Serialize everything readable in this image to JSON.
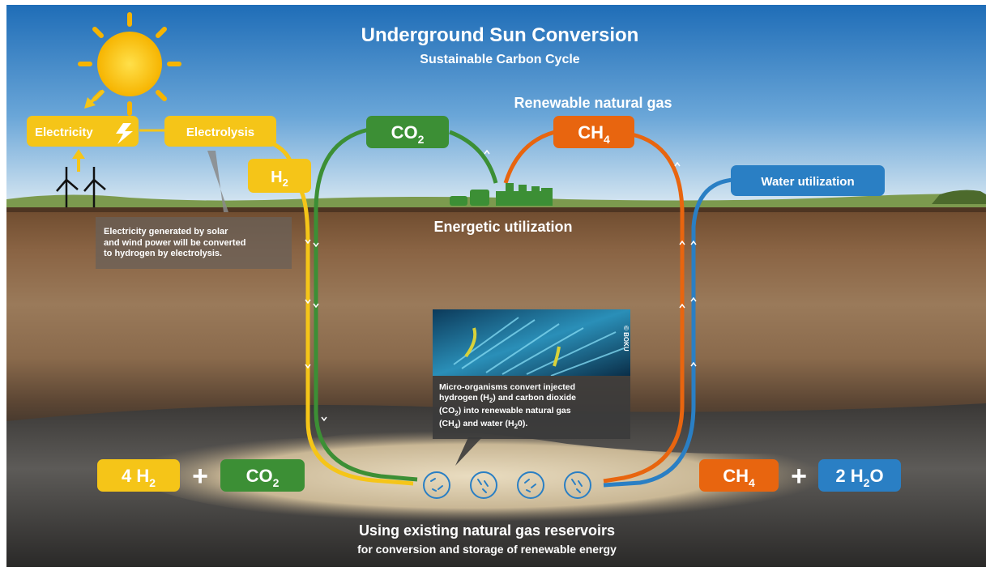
{
  "title": "Underground Sun Conversion",
  "subtitle": "Sustainable Carbon Cycle",
  "renewable_gas_label": "Renewable natural gas",
  "energetic_utilization": "Energetic utilization",
  "boxes": {
    "electricity": "Electricity",
    "electrolysis": "Electrolysis",
    "h2": {
      "main": "H",
      "sub": "2"
    },
    "co2": {
      "main": "CO",
      "sub": "2"
    },
    "ch4": {
      "main": "CH",
      "sub": "4"
    },
    "water_utilization": "Water utilization"
  },
  "callouts": {
    "electrolysis_note": [
      "Electricity generated by solar",
      "and wind power will be converted",
      "to hydrogen by electrolysis."
    ],
    "microorganisms_note": {
      "line1": "Micro-organisms convert injected",
      "line2a": "hydrogen (H",
      "line2s": "2",
      "line2b": ") and carbon dioxide",
      "line3a": "(CO",
      "line3s": "2",
      "line3b": ") into renewable natural gas",
      "line4a": "(CH",
      "line4s": "4",
      "line4b": ") and water (H",
      "line4s2": "2",
      "line4c": "0)."
    },
    "photo_credit": "© BOKU"
  },
  "equation_left": {
    "a_main": "4 H",
    "a_sub": "2",
    "plus": "+",
    "b_main": "CO",
    "b_sub": "2"
  },
  "equation_right": {
    "a_main": "CH",
    "a_sub": "4",
    "plus": "+",
    "b_main": "2 H",
    "b_sub": "2",
    "b_tail": "O"
  },
  "footer": {
    "line1": "Using existing natural gas reservoirs",
    "line2": "for conversion and storage of renewable energy"
  },
  "colors": {
    "yellow": "#f5c518",
    "green": "#3c8f35",
    "orange": "#e8650f",
    "blue": "#2a7fc4",
    "sky_top": "#2b78c0",
    "soil": "#7d5a3a"
  }
}
